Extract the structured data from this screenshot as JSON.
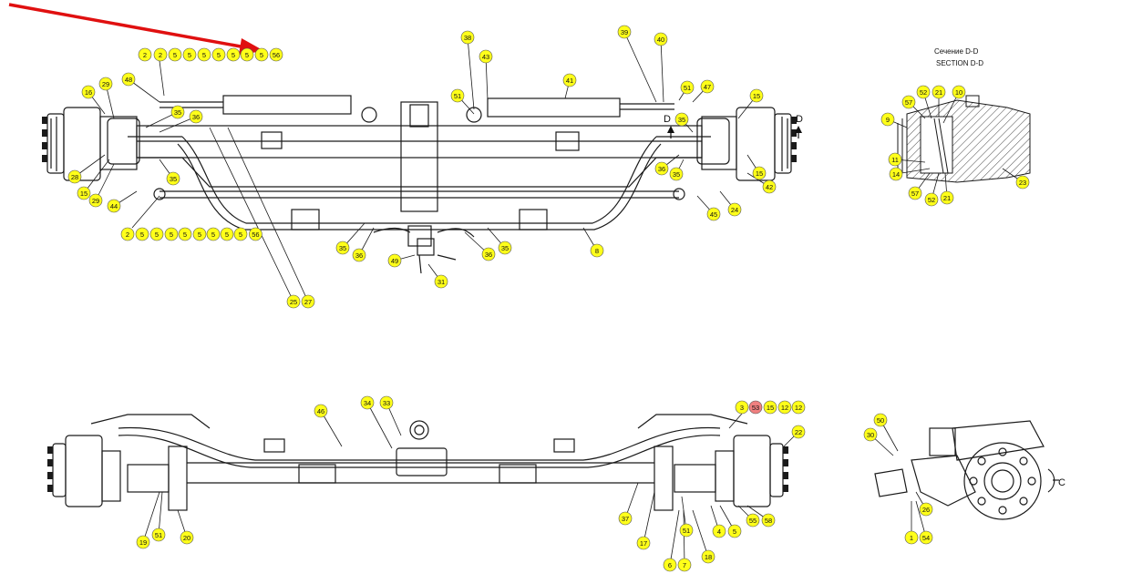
{
  "section": {
    "title_ru": "Сечение D-D",
    "title_en": "SECTION D-D",
    "marker": "D",
    "view_marker": "C"
  },
  "colors": {
    "balloon_fill": "#ffff1a",
    "balloon_highlight": "#f08080",
    "balloon_stroke": "#555555",
    "line": "#1a1a1a",
    "arrow": "#e01010",
    "hatch": "#444444"
  },
  "top_view": {
    "top_row_balloons": [
      "2",
      "2",
      "5",
      "5",
      "5",
      "5",
      "5",
      "5",
      "5",
      "56"
    ],
    "bottom_row_balloons": [
      "2",
      "5",
      "5",
      "5",
      "5",
      "5",
      "5",
      "5",
      "5",
      "56"
    ],
    "callouts": [
      "38",
      "43",
      "39",
      "40",
      "41",
      "51",
      "51",
      "47",
      "48",
      "16",
      "29",
      "35",
      "36",
      "15",
      "28",
      "29",
      "15",
      "44",
      "35",
      "35",
      "36",
      "35",
      "15",
      "42",
      "24",
      "45",
      "8",
      "35",
      "36",
      "49",
      "31",
      "36",
      "35",
      "25",
      "27"
    ]
  },
  "section_view": {
    "callouts": [
      "57",
      "52",
      "21",
      "10",
      "9",
      "11",
      "14",
      "57",
      "52",
      "21",
      "23"
    ]
  },
  "bottom_view": {
    "top_right_balloons": [
      "3",
      "53",
      "15",
      "12",
      "12"
    ],
    "highlighted_balloon": "53",
    "callouts": [
      "46",
      "34",
      "33",
      "22",
      "37",
      "17",
      "51",
      "4",
      "5",
      "55",
      "58",
      "18",
      "6",
      "7",
      "19",
      "51",
      "20"
    ]
  },
  "side_view": {
    "callouts": [
      "50",
      "30",
      "26",
      "1",
      "54"
    ]
  }
}
